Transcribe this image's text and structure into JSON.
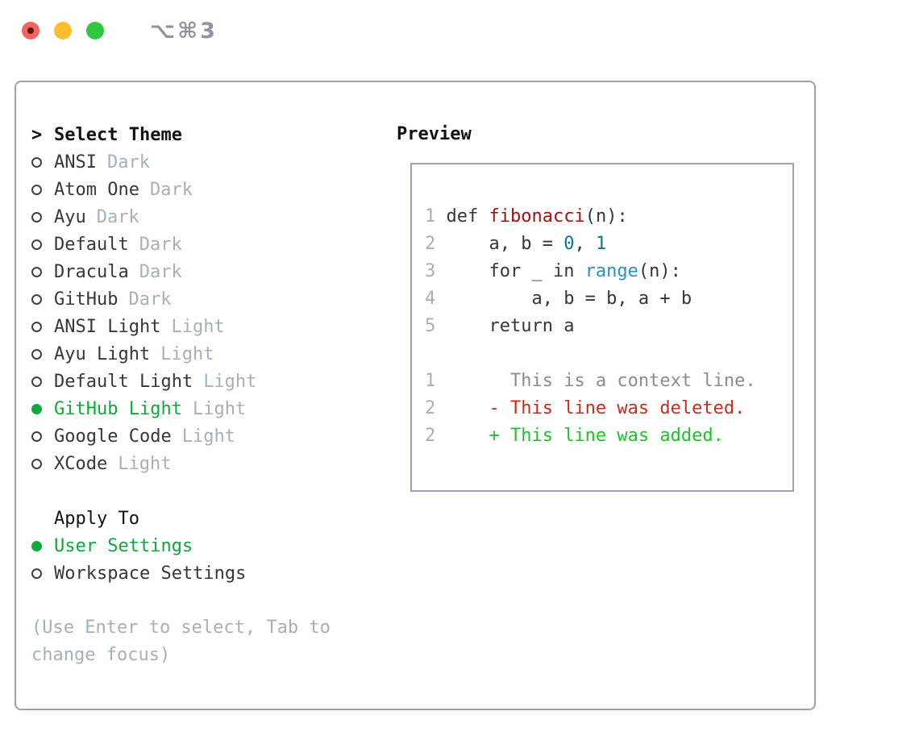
{
  "window": {
    "title": "⌥⌘3"
  },
  "theme_panel": {
    "cursor": ">",
    "heading": "Select Theme",
    "items": [
      {
        "name": "ANSI",
        "variant": "Dark",
        "selected": false
      },
      {
        "name": "Atom One",
        "variant": "Dark",
        "selected": false
      },
      {
        "name": "Ayu",
        "variant": "Dark",
        "selected": false
      },
      {
        "name": "Default",
        "variant": "Dark",
        "selected": false
      },
      {
        "name": "Dracula",
        "variant": "Dark",
        "selected": false
      },
      {
        "name": "GitHub",
        "variant": "Dark",
        "selected": false
      },
      {
        "name": "ANSI Light",
        "variant": "Light",
        "selected": false
      },
      {
        "name": "Ayu Light",
        "variant": "Light",
        "selected": false
      },
      {
        "name": "Default Light",
        "variant": "Light",
        "selected": false
      },
      {
        "name": "GitHub Light",
        "variant": "Light",
        "selected": true
      },
      {
        "name": "Google Code",
        "variant": "Light",
        "selected": false
      },
      {
        "name": "XCode",
        "variant": "Light",
        "selected": false
      }
    ]
  },
  "apply_panel": {
    "heading": "Apply To",
    "items": [
      {
        "label": "User Settings",
        "selected": true
      },
      {
        "label": "Workspace Settings",
        "selected": false
      }
    ]
  },
  "hint": "(Use Enter to select, Tab to change focus)",
  "preview": {
    "heading": "Preview",
    "lines": [
      {
        "no": "1",
        "segs": [
          {
            "t": "def ",
            "c": "plain"
          },
          {
            "t": "fibonacci",
            "c": "func"
          },
          {
            "t": "(n):",
            "c": "plain"
          }
        ]
      },
      {
        "no": "2",
        "segs": [
          {
            "t": "    a, b = ",
            "c": "plain"
          },
          {
            "t": "0",
            "c": "num"
          },
          {
            "t": ", ",
            "c": "plain"
          },
          {
            "t": "1",
            "c": "num"
          }
        ]
      },
      {
        "no": "3",
        "segs": [
          {
            "t": "    for _ in ",
            "c": "plain"
          },
          {
            "t": "range",
            "c": "call"
          },
          {
            "t": "(n):",
            "c": "plain"
          }
        ]
      },
      {
        "no": "4",
        "segs": [
          {
            "t": "        a, b = b, a + b",
            "c": "plain"
          }
        ]
      },
      {
        "no": "5",
        "segs": [
          {
            "t": "    return a",
            "c": "plain"
          }
        ]
      },
      {
        "no": "",
        "segs": []
      },
      {
        "no": "1",
        "segs": [
          {
            "t": "      This is a context line.",
            "c": "context"
          }
        ]
      },
      {
        "no": "2",
        "segs": [
          {
            "t": "    - This line was deleted.",
            "c": "deleted"
          }
        ]
      },
      {
        "no": "2",
        "segs": [
          {
            "t": "    + This line was added.",
            "c": "added"
          }
        ]
      }
    ]
  },
  "colors": {
    "selected_green": "#0ea83c",
    "added_green": "#1dc32a",
    "deleted_red": "#c92c1c",
    "function_red": "#a90e0e",
    "number_teal": "#0f7580",
    "call_blue": "#2b90c0",
    "code_plain": "#32373e",
    "context_gray": "#868d95",
    "muted_gray": "#a6b0ba",
    "border_gray": "#99a2ad",
    "title_gray": "#8e959d",
    "light_red": "#f4635c",
    "light_yellow": "#fcbd2e",
    "light_green": "#2ec940"
  }
}
